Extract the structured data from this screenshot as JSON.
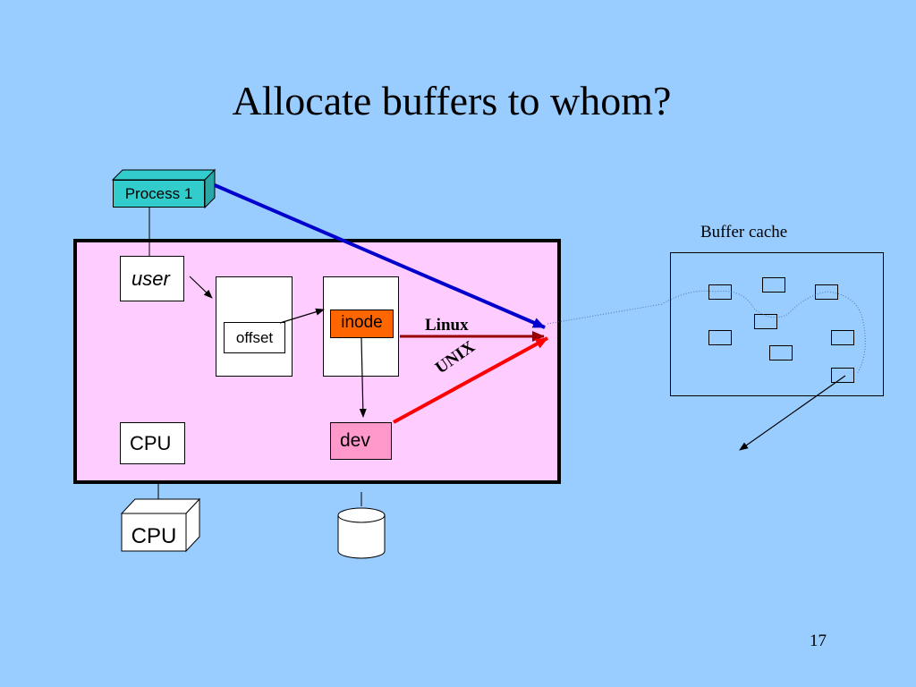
{
  "slide": {
    "title": "Allocate buffers to whom?",
    "number": "17"
  },
  "process": {
    "label": "Process 1"
  },
  "kernel": {
    "user_label": "user",
    "offset_label": "offset",
    "inode_label": "inode",
    "dev_label": "dev",
    "cpu_label": "CPU"
  },
  "hardware": {
    "cpu_label": "CPU"
  },
  "buffer_cache": {
    "label": "Buffer cache"
  },
  "arrows": {
    "linux_label": "Linux",
    "unix_label": "UNIX"
  },
  "colors": {
    "background": "#99ccff",
    "kernel_fill": "#ffccff",
    "process_fill": "#33cccc",
    "inode_fill": "#ff6600",
    "dev_fill": "#ff99cc",
    "blue_arrow": "#0000cc",
    "red_arrow": "#ff0000",
    "linux_arrow": "#990000"
  }
}
